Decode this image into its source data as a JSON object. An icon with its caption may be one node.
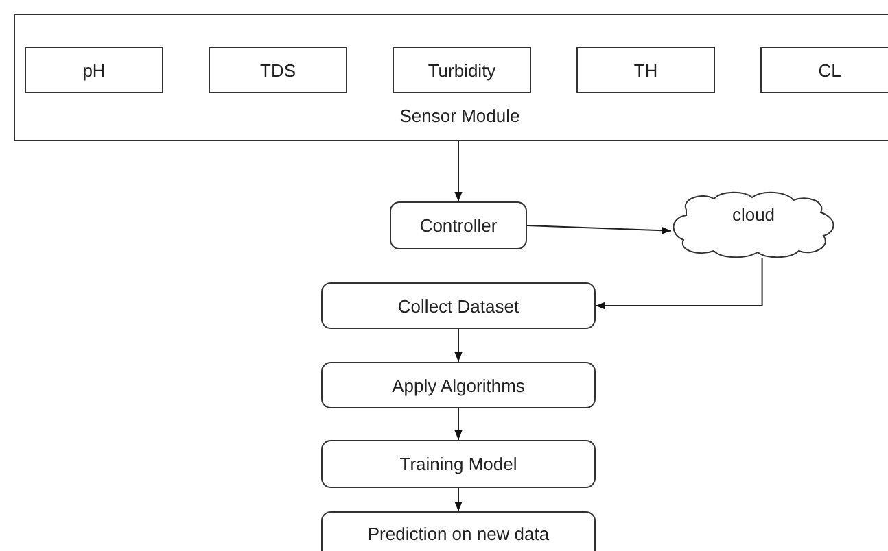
{
  "diagram": {
    "nodes": [
      {
        "text": [
          "Sensor Module"
        ]
      },
      {
        "text": [
          "pH"
        ],
        "in": 0
      },
      {
        "text": [
          "TDS"
        ],
        "in": 0
      },
      {
        "text": [
          "Turbidity"
        ],
        "in": 0
      },
      {
        "text": [
          "TH"
        ],
        "in": 0
      },
      {
        "text": [
          "CL"
        ],
        "in": 0
      },
      {
        "text": [
          "Controller"
        ]
      },
      {
        "text": [
          "cloud"
        ]
      },
      {
        "text": [
          "Collect Dataset"
        ]
      },
      {
        "text": [
          "Apply Algorithms"
        ]
      },
      {
        "text": [
          "Training Model"
        ]
      },
      {
        "text": [
          "Prediction on new data"
        ]
      }
    ],
    "edges": [
      {
        "from": 0,
        "to": 6,
        "arrow": "to"
      },
      {
        "from": 6,
        "to": 7,
        "arrow": "to"
      },
      {
        "from": 7,
        "to": 8,
        "arrow": "to"
      },
      {
        "from": 8,
        "to": 9,
        "arrow": "to"
      },
      {
        "from": 9,
        "to": 10,
        "arrow": "to"
      },
      {
        "from": 10,
        "to": 11,
        "arrow": "to"
      }
    ]
  }
}
